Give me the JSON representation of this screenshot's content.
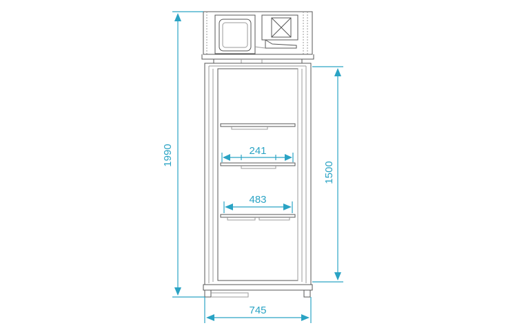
{
  "dimensions": {
    "total_height": "1990",
    "interior_height": "1500",
    "width": "745",
    "shelf_depth_half": "241",
    "shelf_width": "483"
  },
  "colors": {
    "dimension": "#2aa3c4",
    "outline": "#555555"
  }
}
